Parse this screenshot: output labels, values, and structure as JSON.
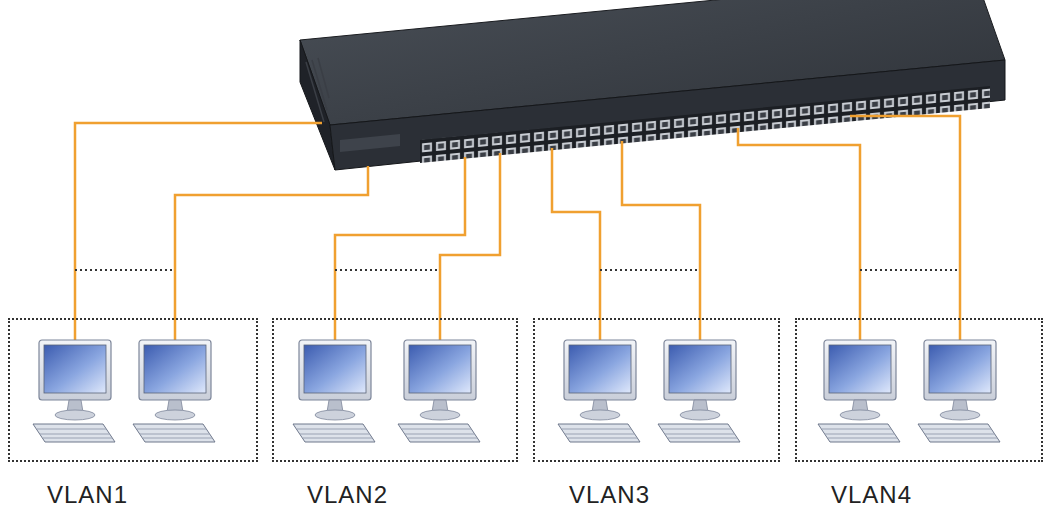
{
  "diagram": {
    "nodes": [
      {
        "text": [
          "VLAN1"
        ]
      },
      {
        "text": [
          "VLAN2"
        ]
      },
      {
        "text": [
          "VLAN3"
        ]
      },
      {
        "text": [
          "VLAN4"
        ]
      }
    ]
  }
}
